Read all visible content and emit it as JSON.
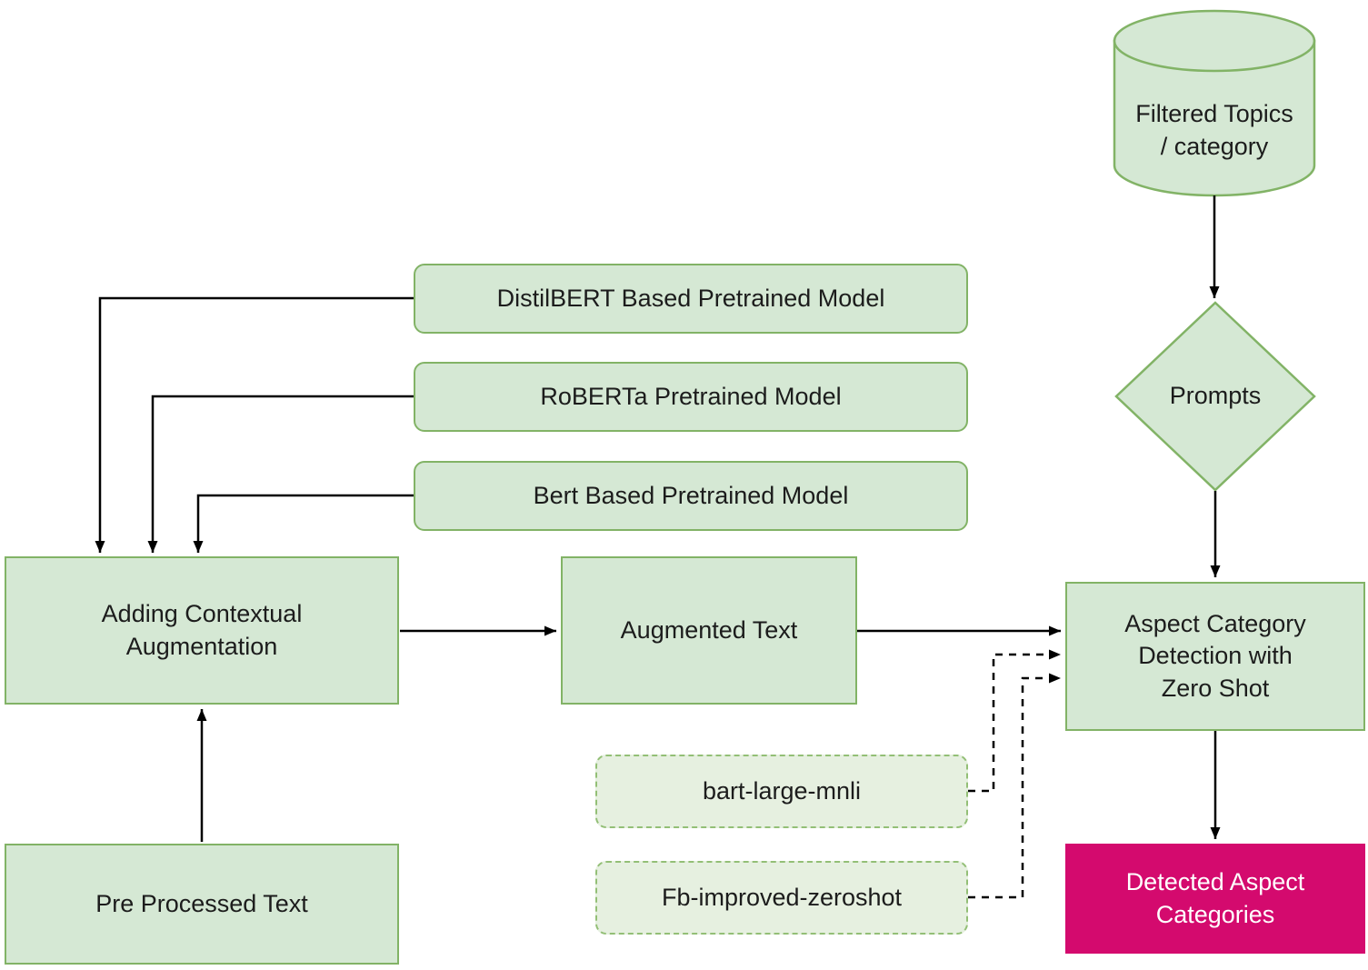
{
  "diagram": {
    "nodes": {
      "filtered_topics": {
        "label": "Filtered Topics\n/ category",
        "shape": "cylinder"
      },
      "prompts": {
        "label": "Prompts",
        "shape": "diamond"
      },
      "aspect_detection": {
        "label": "Aspect Category\nDetection with\nZero Shot",
        "shape": "rectangle"
      },
      "detected_categories": {
        "label": "Detected Aspect\nCategories",
        "shape": "rectangle-highlight"
      },
      "distilbert": {
        "label": "DistilBERT Based Pretrained Model",
        "shape": "rounded-rectangle"
      },
      "roberta": {
        "label": "RoBERTa Pretrained Model",
        "shape": "rounded-rectangle"
      },
      "bert": {
        "label": "Bert Based Pretrained Model",
        "shape": "rounded-rectangle"
      },
      "adding_contextual": {
        "label": "Adding Contextual\nAugmentation",
        "shape": "rectangle"
      },
      "pre_processed": {
        "label": "Pre Processed Text",
        "shape": "rectangle"
      },
      "augmented_text": {
        "label": "Augmented Text",
        "shape": "rectangle"
      },
      "bart_large_mnli": {
        "label": "bart-large-mnli",
        "shape": "dashed-rounded-rectangle"
      },
      "fb_improved_zeroshot": {
        "label": "Fb-improved-zeroshot",
        "shape": "dashed-rounded-rectangle"
      }
    },
    "edges": [
      {
        "from": "distilbert",
        "to": "adding_contextual",
        "style": "solid"
      },
      {
        "from": "roberta",
        "to": "adding_contextual",
        "style": "solid"
      },
      {
        "from": "bert",
        "to": "adding_contextual",
        "style": "solid"
      },
      {
        "from": "pre_processed",
        "to": "adding_contextual",
        "style": "solid"
      },
      {
        "from": "adding_contextual",
        "to": "augmented_text",
        "style": "solid"
      },
      {
        "from": "augmented_text",
        "to": "aspect_detection",
        "style": "solid"
      },
      {
        "from": "filtered_topics",
        "to": "prompts",
        "style": "solid"
      },
      {
        "from": "prompts",
        "to": "aspect_detection",
        "style": "solid"
      },
      {
        "from": "aspect_detection",
        "to": "detected_categories",
        "style": "solid"
      },
      {
        "from": "bart_large_mnli",
        "to": "aspect_detection",
        "style": "dashed"
      },
      {
        "from": "fb_improved_zeroshot",
        "to": "aspect_detection",
        "style": "dashed"
      }
    ],
    "colors": {
      "node_fill": "#d5e8d4",
      "node_border": "#82b366",
      "dashed_node_fill": "#e6f0e0",
      "dashed_node_border": "#93bf76",
      "highlight_fill": "#d40a6e",
      "highlight_text": "#ffffff",
      "edge_color": "#000000",
      "text_color": "#1c1c1c",
      "background": "#ffffff"
    }
  }
}
